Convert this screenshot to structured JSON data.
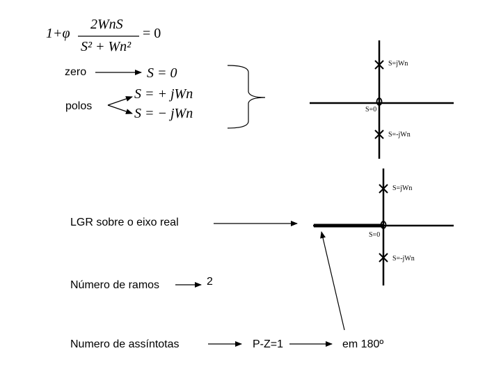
{
  "equation": {
    "lead": "1+φ",
    "numerator": "2WnS",
    "denominator": "S² + Wn²",
    "rhs": "= 0"
  },
  "roots": {
    "zero_label": "zero",
    "zero_eq": "S = 0",
    "polos_label": "polos",
    "pole_pos": "S = + jWn",
    "pole_neg": "S = − jWn"
  },
  "plot1": {
    "label_jwn": "S=jWn",
    "label_zero": "S=0",
    "label_neg_jwn": "S=-jWn"
  },
  "plot2": {
    "label_jwn": "S=jWn",
    "label_zero": "S=0",
    "label_neg_jwn": "S=-jWn"
  },
  "rules": {
    "lgr_label": "LGR sobre o eixo real",
    "ramos_label": "Número de ramos",
    "ramos_value": "2",
    "assintotas_label": "Numero de assíntotas",
    "pz_value": "P-Z=1",
    "angle_value": "em 180º"
  }
}
